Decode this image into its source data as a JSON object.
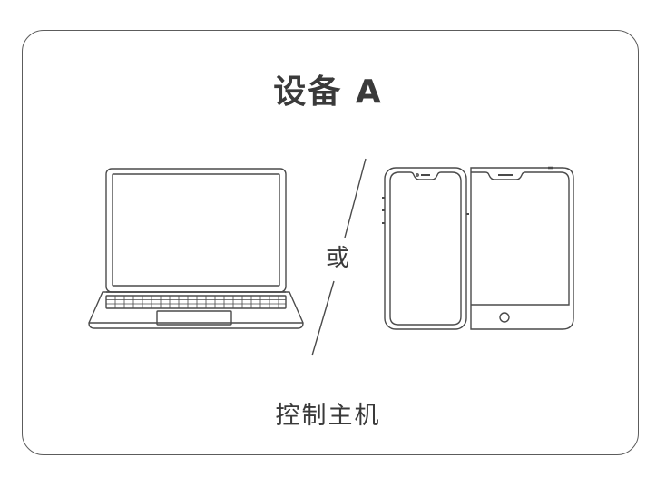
{
  "card": {
    "title": "设备 A",
    "caption": "控制主机",
    "separator_label": "或"
  },
  "devices": [
    {
      "icon": "laptop-icon"
    },
    {
      "icon": "phone-notch-icon"
    },
    {
      "icon": "phone-home-button-icon"
    }
  ],
  "colors": {
    "stroke": "#4a4a4a",
    "text": "#3a3a3a",
    "border": "#5c5c5c"
  }
}
